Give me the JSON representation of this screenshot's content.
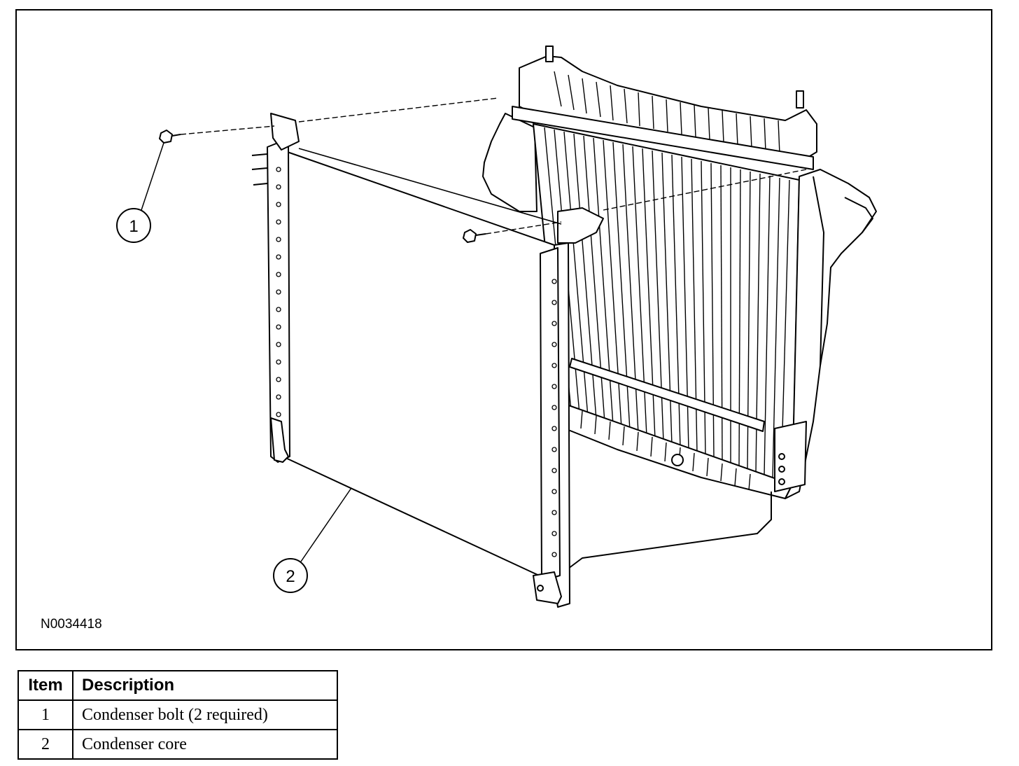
{
  "figure": {
    "id": "N0034418",
    "callouts": [
      "1",
      "2"
    ]
  },
  "legend": {
    "headers": {
      "item": "Item",
      "description": "Description"
    },
    "rows": [
      {
        "item": "1",
        "description": "Condenser bolt (2 required)"
      },
      {
        "item": "2",
        "description": "Condenser core"
      }
    ]
  }
}
